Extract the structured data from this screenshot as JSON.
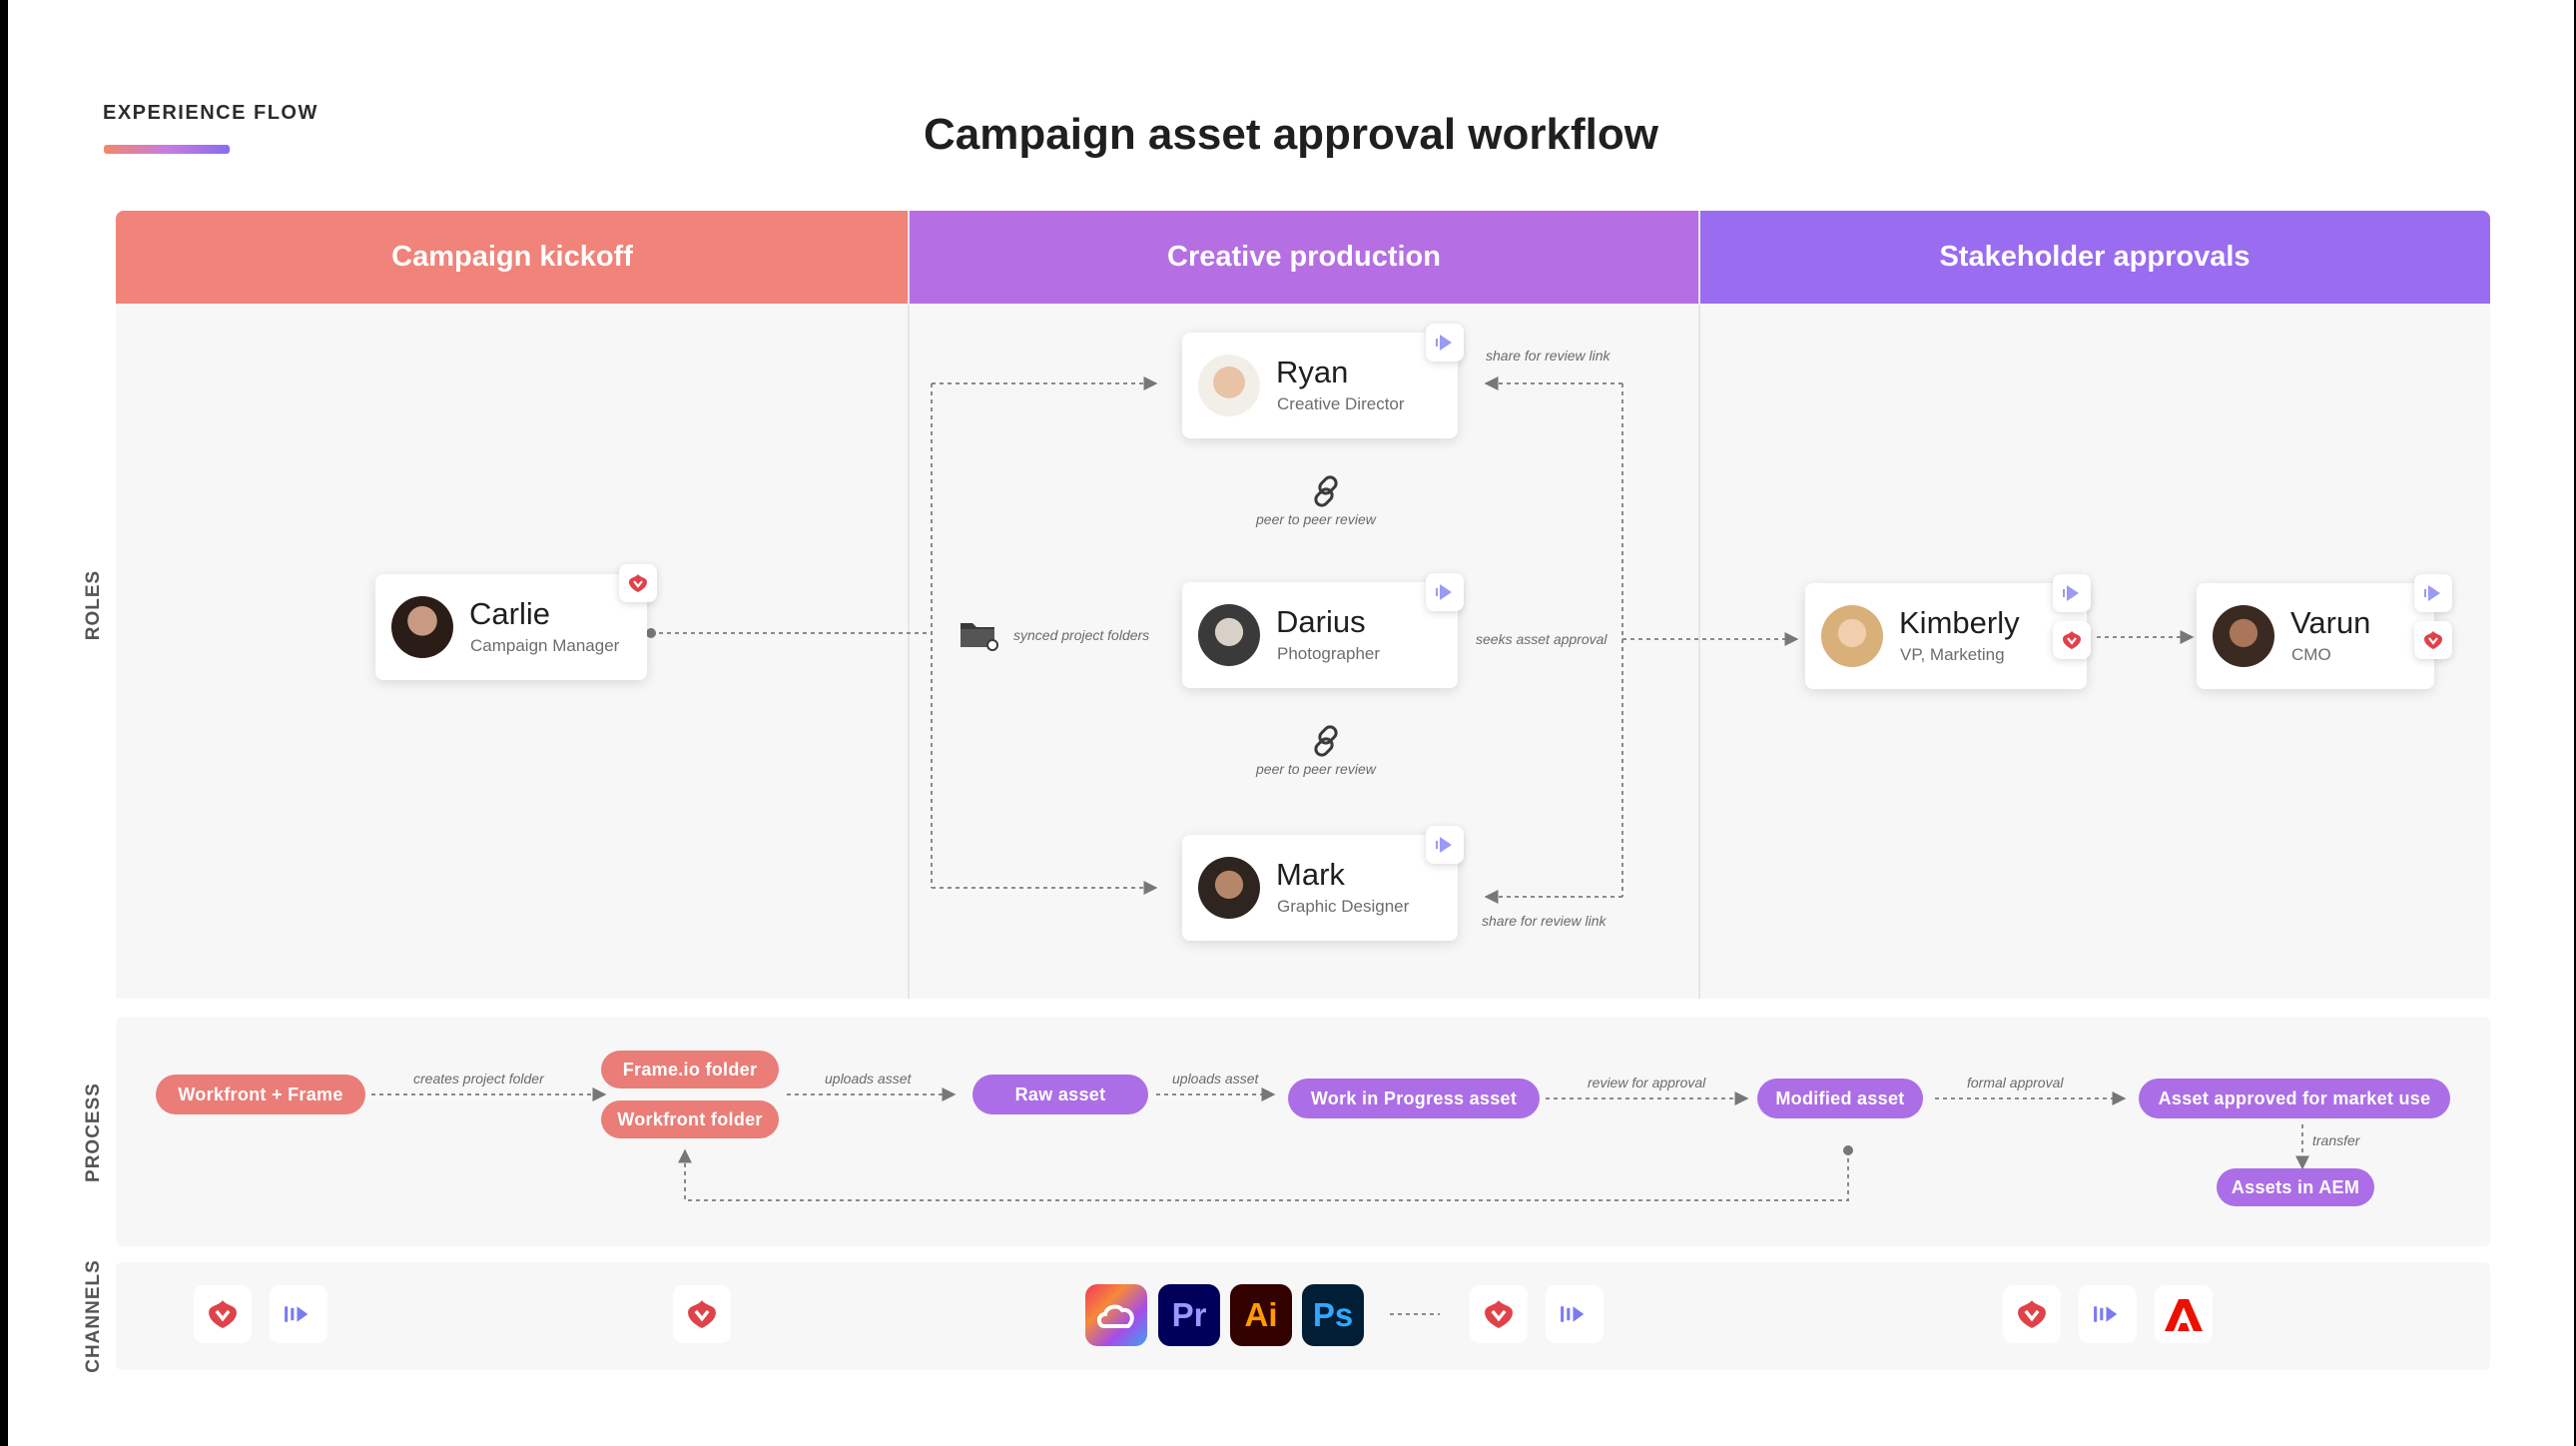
{
  "header": {
    "eyebrow": "EXPERIENCE FLOW",
    "title": "Campaign asset approval workflow"
  },
  "lanes": [
    {
      "label": "Campaign kickoff",
      "color": "#f0837a"
    },
    {
      "label": "Creative production",
      "color": "#b56fe2"
    },
    {
      "label": "Stakeholder approvals",
      "color": "#9a6cf0"
    }
  ],
  "row_labels": {
    "roles": "ROLES",
    "process": "PROCESS",
    "channels": "CHANNELS"
  },
  "people": {
    "carlie": {
      "name": "Carlie",
      "role": "Campaign Manager"
    },
    "ryan": {
      "name": "Ryan",
      "role": "Creative Director"
    },
    "darius": {
      "name": "Darius",
      "role": "Photographer"
    },
    "mark": {
      "name": "Mark",
      "role": "Graphic Designer"
    },
    "kimberly": {
      "name": "Kimberly",
      "role": "VP, Marketing"
    },
    "varun": {
      "name": "Varun",
      "role": "CMO"
    }
  },
  "role_notes": {
    "synced": "synced project folders",
    "peer1": "peer to peer review",
    "peer2": "peer to peer review",
    "share1": "share for review link",
    "seeks": "seeks asset approval",
    "share2": "share for review link"
  },
  "process": {
    "workfront_frame": "Workfront + Frame",
    "creates_folder": "creates project folder",
    "frameio_folder": "Frame.io folder",
    "workfront_folder": "Workfront folder",
    "uploads1": "uploads asset",
    "raw_asset": "Raw asset",
    "uploads2": "uploads asset",
    "wip_asset": "Work in Progress asset",
    "review": "review for approval",
    "modified_asset": "Modified asset",
    "formal": "formal approval",
    "approved": "Asset approved for market use",
    "transfer": "transfer",
    "aem": "Assets in AEM"
  },
  "channels": {
    "apps": [
      "Pr",
      "Ai",
      "Ps"
    ],
    "icons": [
      "workfront-icon",
      "frameio-icon",
      "creative-cloud-icon",
      "adobe-icon"
    ]
  },
  "colors": {
    "kickoff": "#f0837a",
    "production": "#b56fe2",
    "approvals": "#9a6cf0",
    "pill_red": "#ea7d78",
    "pill_purple": "#ac6ee6",
    "workfront_red": "#e0424a",
    "frameio_purple": "#7b7bf0"
  }
}
